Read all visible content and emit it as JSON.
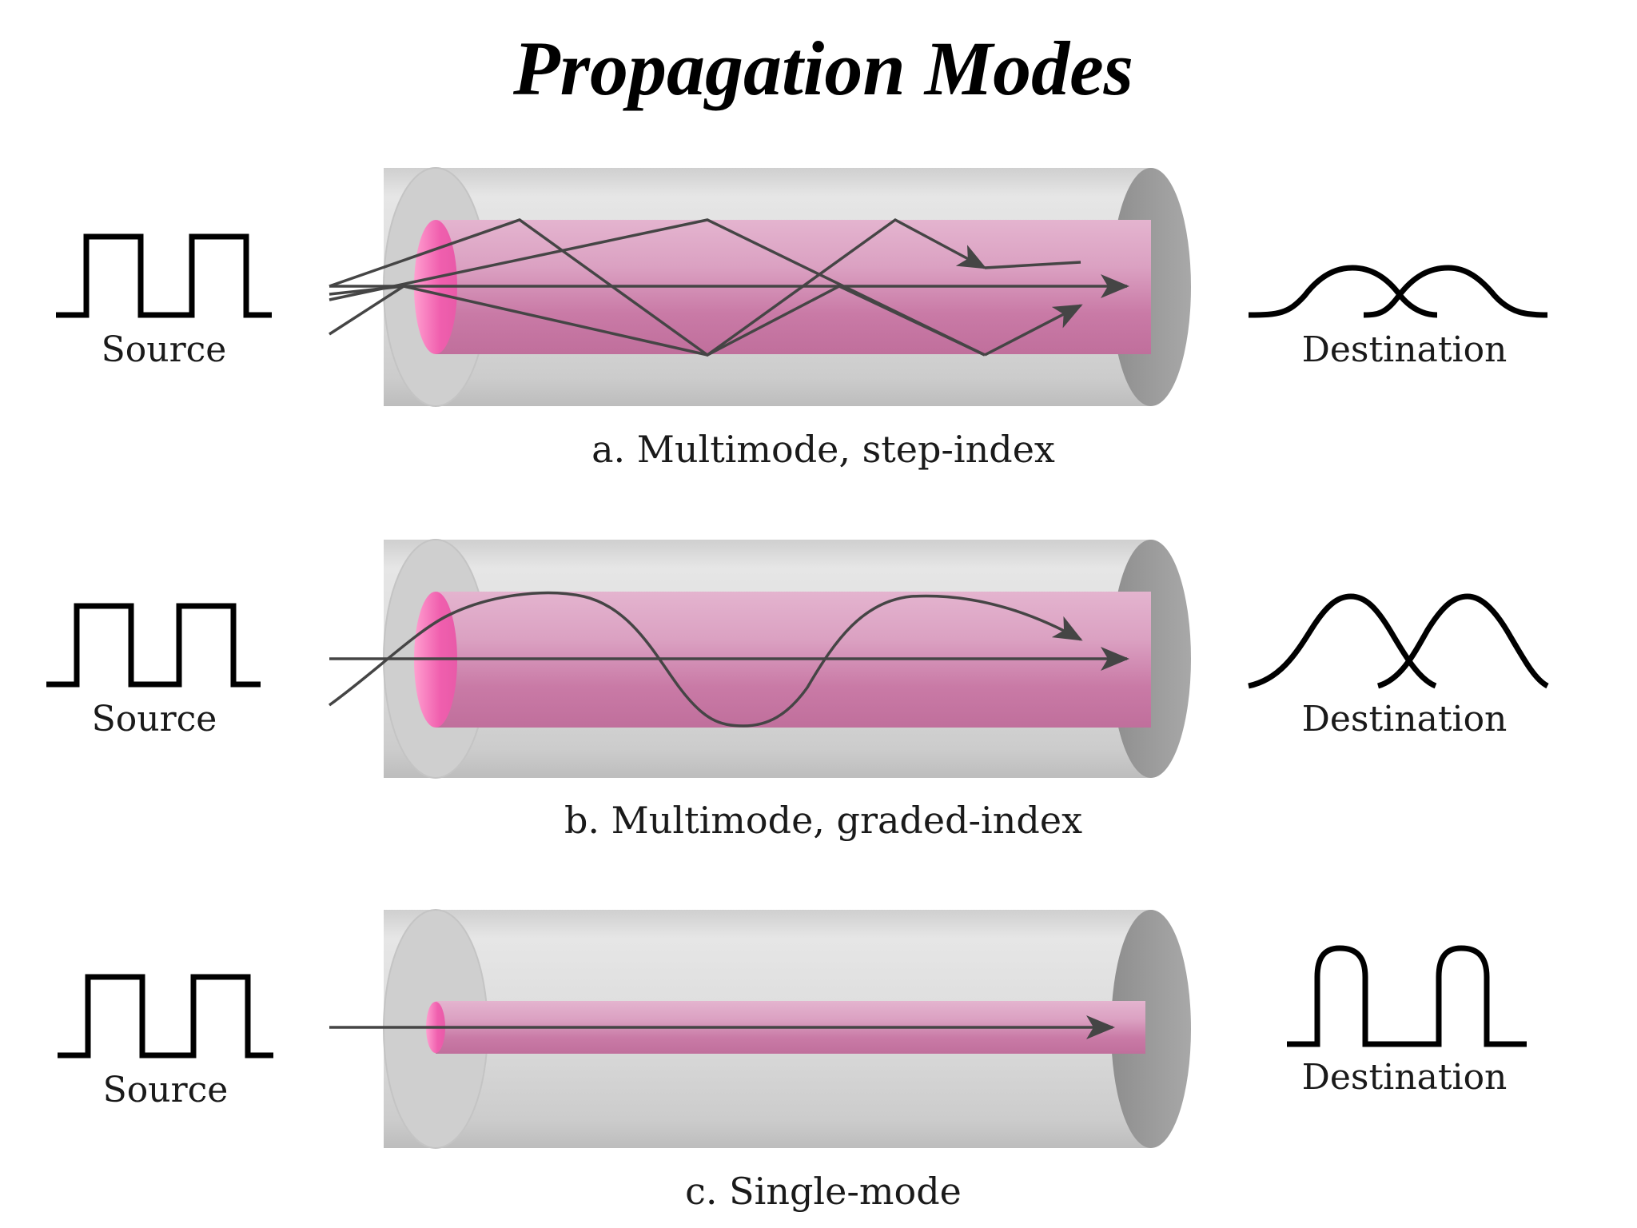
{
  "title": "Propagation Modes",
  "panels": [
    {
      "caption": "a.  Multimode, step-index",
      "source_label": "Source",
      "destination_label": "Destination"
    },
    {
      "caption": "b.  Multimode, graded-index",
      "source_label": "Source",
      "destination_label": "Destination"
    },
    {
      "caption": "c.  Single-mode",
      "source_label": "Source",
      "destination_label": "Destination"
    }
  ],
  "colors": {
    "core": "#d07aa8",
    "core_face": "#f06bb8",
    "cladding": "#d9d9d9",
    "cladding_end": "#9a9a9a",
    "ray": "#454545"
  }
}
